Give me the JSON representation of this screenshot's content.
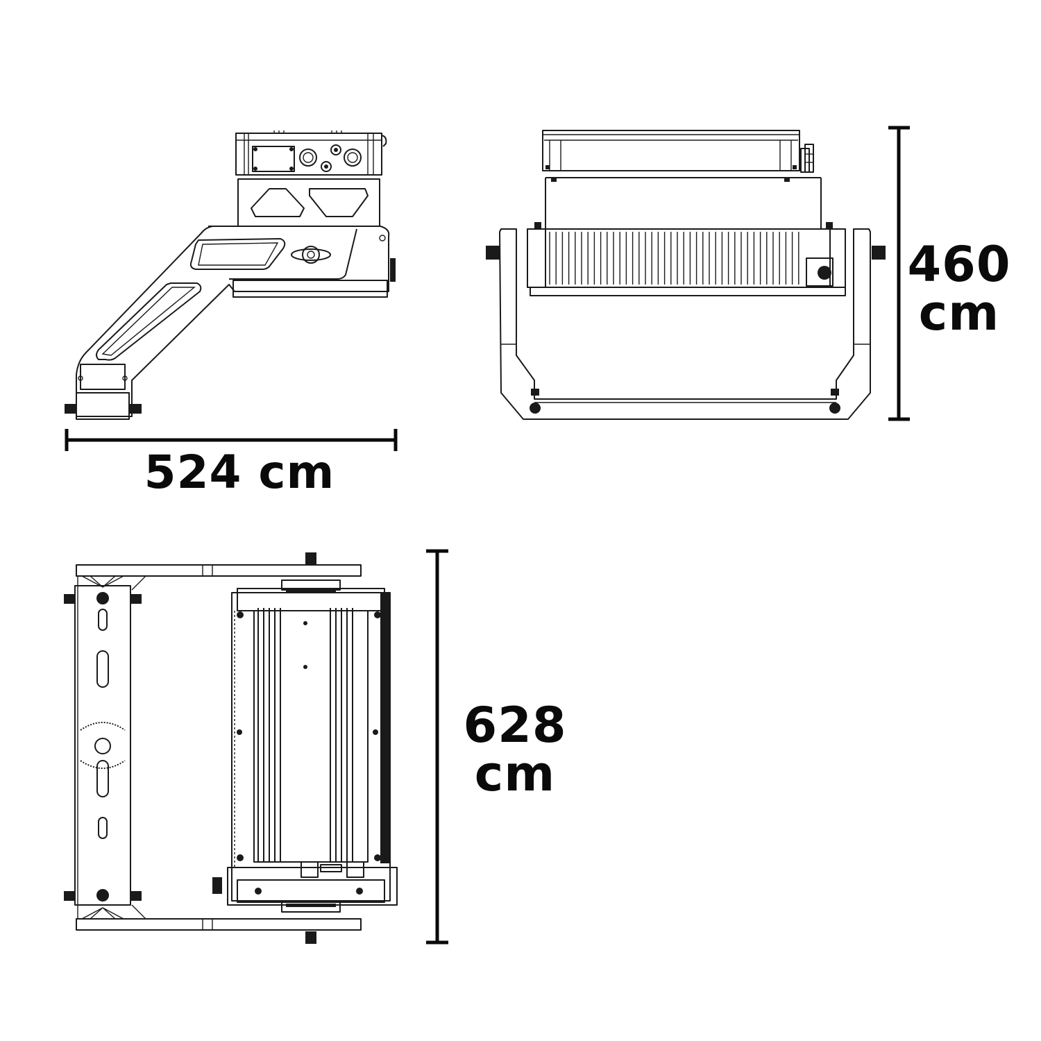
{
  "diagram": {
    "type": "technical-dimension-drawing",
    "subject": "floodlight fixture with mounting yoke",
    "views": [
      {
        "id": "side-view",
        "label": ""
      },
      {
        "id": "front-view",
        "label": ""
      },
      {
        "id": "top-view",
        "label": ""
      }
    ],
    "dimensions": {
      "width": {
        "value": "524",
        "unit": "cm",
        "full": "524 cm"
      },
      "height": {
        "value": "460",
        "unit": "cm"
      },
      "depth": {
        "value": "628",
        "unit": "cm"
      }
    },
    "colors": {
      "line": "#1a1a1a",
      "text": "#0a0a0a",
      "background": "#ffffff"
    }
  }
}
